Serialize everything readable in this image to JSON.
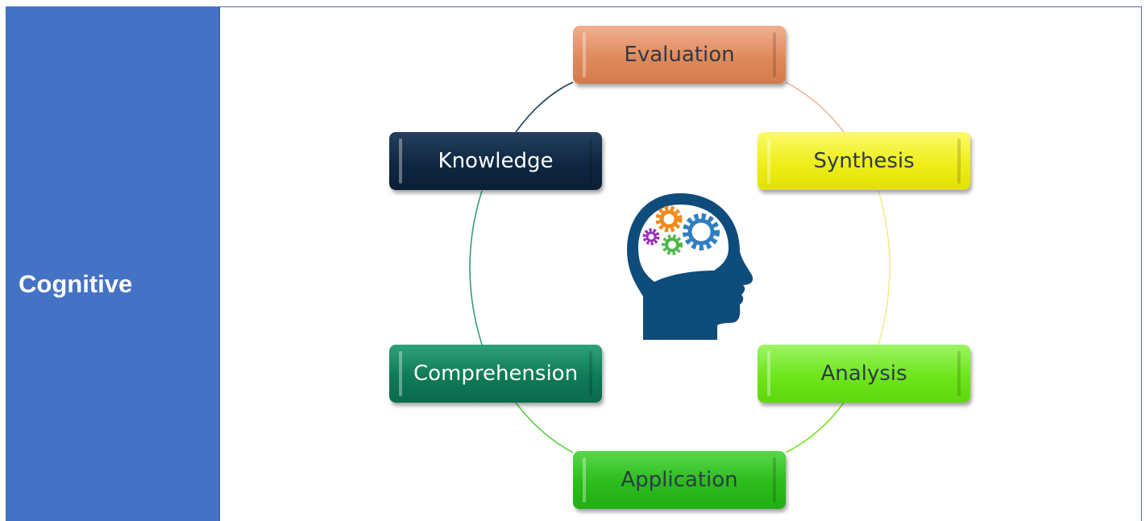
{
  "left_panel": {
    "title": "Cognitive"
  },
  "diagram": {
    "levels": {
      "evaluation": "Evaluation",
      "knowledge": "Knowledge",
      "synthesis": "Synthesis",
      "comprehension": "Comprehension",
      "analysis": "Analysis",
      "application": "Application"
    },
    "center_icon": "head-with-gears-icon",
    "colors": {
      "left_panel": "#4472c4",
      "evaluation": "#e08a5c",
      "knowledge": "#0f2742",
      "synthesis": "#eeee1a",
      "comprehension": "#0f7a58",
      "analysis": "#6ee61a",
      "application": "#2cbc1c",
      "head": "#0e4c7c"
    }
  }
}
